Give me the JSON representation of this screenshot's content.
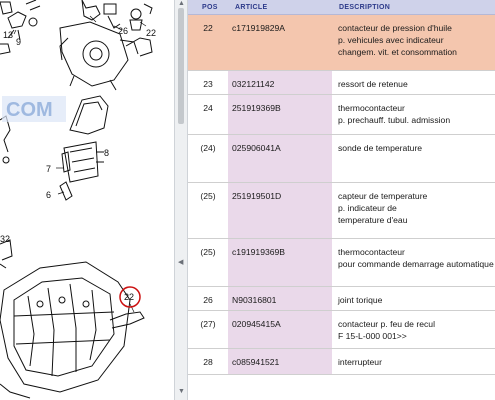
{
  "diagram": {
    "callouts": [
      "13",
      "9",
      "26",
      "22",
      "8",
      "7",
      "6",
      "32",
      "22"
    ],
    "watermark": "COM",
    "highlight_color": "#cc1111"
  },
  "table": {
    "headers": {
      "pos": "POS",
      "article": "ARTICLE",
      "description": "DESCRIPTION"
    },
    "selected_color": "#f4c6ae",
    "rows": [
      {
        "pos": "22",
        "article": "c171919829A",
        "desc": [
          "contacteur de pression d'huile",
          "p. vehicules avec indicateur",
          "changem. vit. et consommation"
        ],
        "selected": true
      },
      {
        "pos": "23",
        "article": "032121142",
        "desc": [
          "ressort de retenue"
        ]
      },
      {
        "pos": "24",
        "article": "251919369B",
        "desc": [
          "thermocontacteur",
          "p. prechauff. tubul. admission"
        ]
      },
      {
        "pos": "(24)",
        "article": "025906041A",
        "desc": [
          "sonde de temperature"
        ]
      },
      {
        "pos": "(25)",
        "article": "251919501D",
        "desc": [
          "capteur de temperature",
          "p. indicateur de",
          "temperature d'eau"
        ]
      },
      {
        "pos": "(25)",
        "article": "c191919369B",
        "desc": [
          "thermocontacteur",
          "pour commande demarrage automatique"
        ]
      },
      {
        "pos": "26",
        "article": "N90316801",
        "desc": [
          "joint torique"
        ]
      },
      {
        "pos": "(27)",
        "article": "020945415A",
        "desc": [
          "contacteur p. feu de recul",
          "F 15-L-000 001>>"
        ]
      },
      {
        "pos": "28",
        "article": "c085941521",
        "desc": [
          "interrupteur"
        ]
      }
    ]
  }
}
